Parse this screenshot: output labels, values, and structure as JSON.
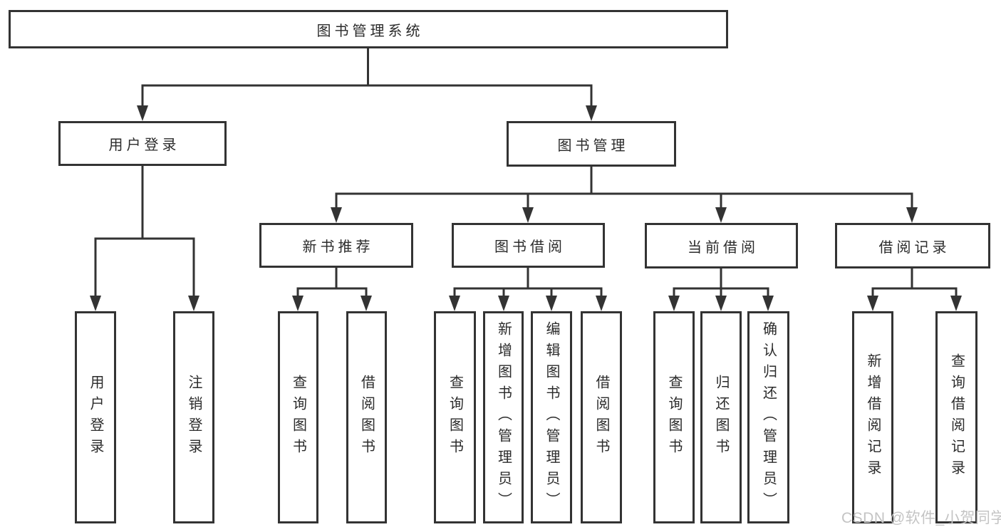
{
  "colors": {
    "line": "#333333",
    "box_border": "#333333",
    "box_fill": "#ffffff",
    "text": "#2b2b2b",
    "watermark": "#c4c4c4",
    "background": "#ffffff"
  },
  "watermark": "CSDN @软件_小贺同学",
  "tree": {
    "label": "图书管理系统",
    "children": [
      {
        "label": "用户登录",
        "children": [
          {
            "label": "用户登录"
          },
          {
            "label": "注销登录"
          }
        ]
      },
      {
        "label": "图书管理",
        "children": [
          {
            "label": "新书推荐",
            "children": [
              {
                "label": "查询图书"
              },
              {
                "label": "借阅图书"
              }
            ]
          },
          {
            "label": "图书借阅",
            "children": [
              {
                "label": "查询图书"
              },
              {
                "label": "新增图书（管理员）"
              },
              {
                "label": "编辑图书（管理员）"
              },
              {
                "label": "借阅图书"
              }
            ]
          },
          {
            "label": "当前借阅",
            "children": [
              {
                "label": "查询图书"
              },
              {
                "label": "归还图书"
              },
              {
                "label": "确认归还（管理员）"
              }
            ]
          },
          {
            "label": "借阅记录",
            "children": [
              {
                "label": "新增借阅记录"
              },
              {
                "label": "查询借阅记录"
              }
            ]
          }
        ]
      }
    ]
  }
}
